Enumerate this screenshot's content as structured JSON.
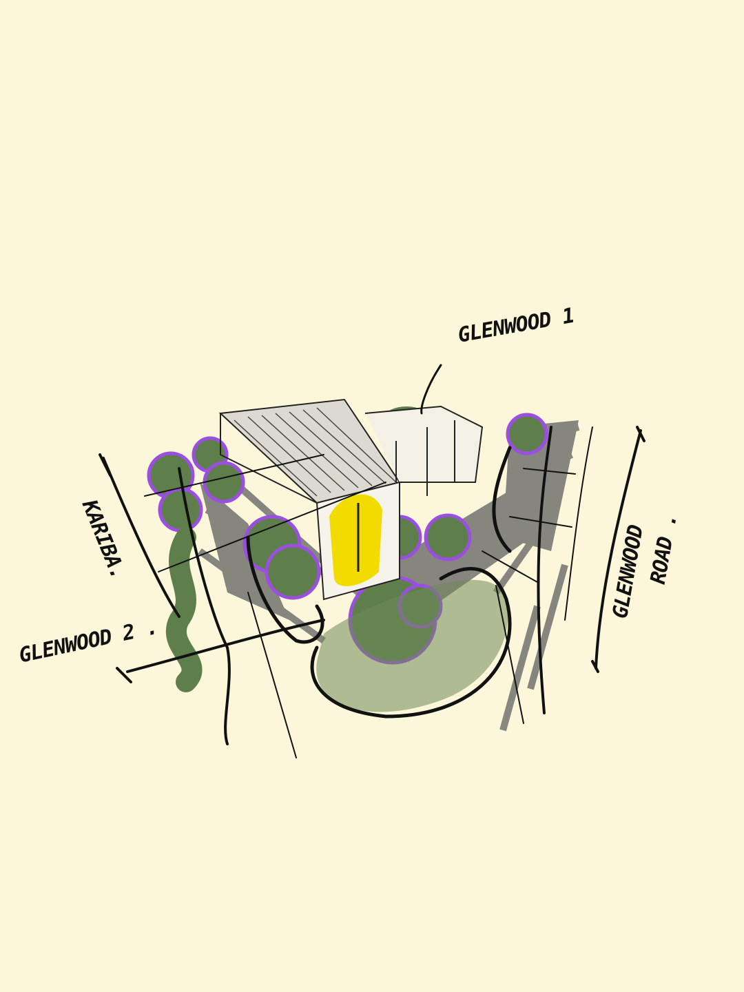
{
  "sketch": {
    "labels": {
      "glenwood1": "GLENWOOD 1",
      "kariba": "KARIBA.",
      "glenwood2": "GLENWOOD 2 .",
      "glenwood_road_line1": "GLENWOOD",
      "glenwood_road_line2": "ROAD ."
    },
    "colors": {
      "background": "#fcf7da",
      "ink": "#111111",
      "tree_green": "#5e7f4c",
      "tree_outline_purple": "#9b4fe0",
      "highlight_yellow": "#f2dc00",
      "shadow_gray": "#7a7a76"
    }
  }
}
